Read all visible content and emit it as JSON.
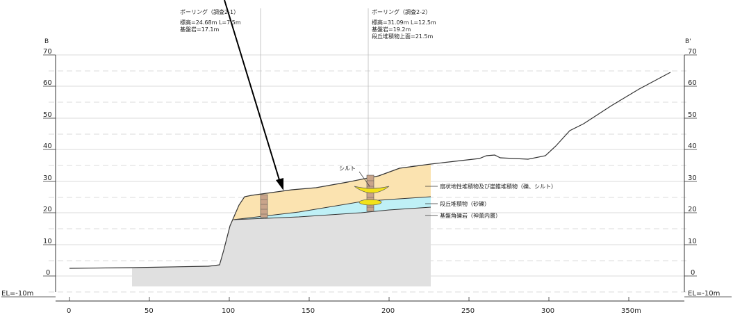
{
  "section": {
    "left_label": "B",
    "right_label": "B'",
    "el_label": "EL=-10m",
    "y_ticks": [
      "70",
      "60",
      "50",
      "40",
      "30",
      "20",
      "10",
      "0"
    ],
    "x_ticks": [
      "0",
      "50",
      "100",
      "150",
      "200",
      "250",
      "300",
      "350m"
    ]
  },
  "boreholes": [
    {
      "title": "ボーリング（調査2-1）",
      "line1": "標高=24.68m L=7.5m",
      "line2": "基盤岩=17.1m"
    },
    {
      "title": "ボーリング（調査2-2）",
      "line1": "標高=31.09m L=12.5m",
      "line2": "基盤岩=19.2m",
      "line3": "段丘堆積物上面=21.5m"
    }
  ],
  "annotations": {
    "silt": "シルト"
  },
  "legend": [
    {
      "label": "扇状地性堆積物及び崖錐堆積物（礫、シルト）",
      "color": "#fbe3b0"
    },
    {
      "label": "段丘堆積物（砂礫）",
      "color": "#bff0f6"
    },
    {
      "label": "基盤角礫岩（神薫内層）",
      "color": "#e0e0e0"
    }
  ],
  "colors": {
    "deposit": "#fbe3b0",
    "terrace": "#bff0f6",
    "bedrock": "#e0e0e0",
    "silt": "#f2e21a",
    "borehole": "#c9a48a"
  }
}
